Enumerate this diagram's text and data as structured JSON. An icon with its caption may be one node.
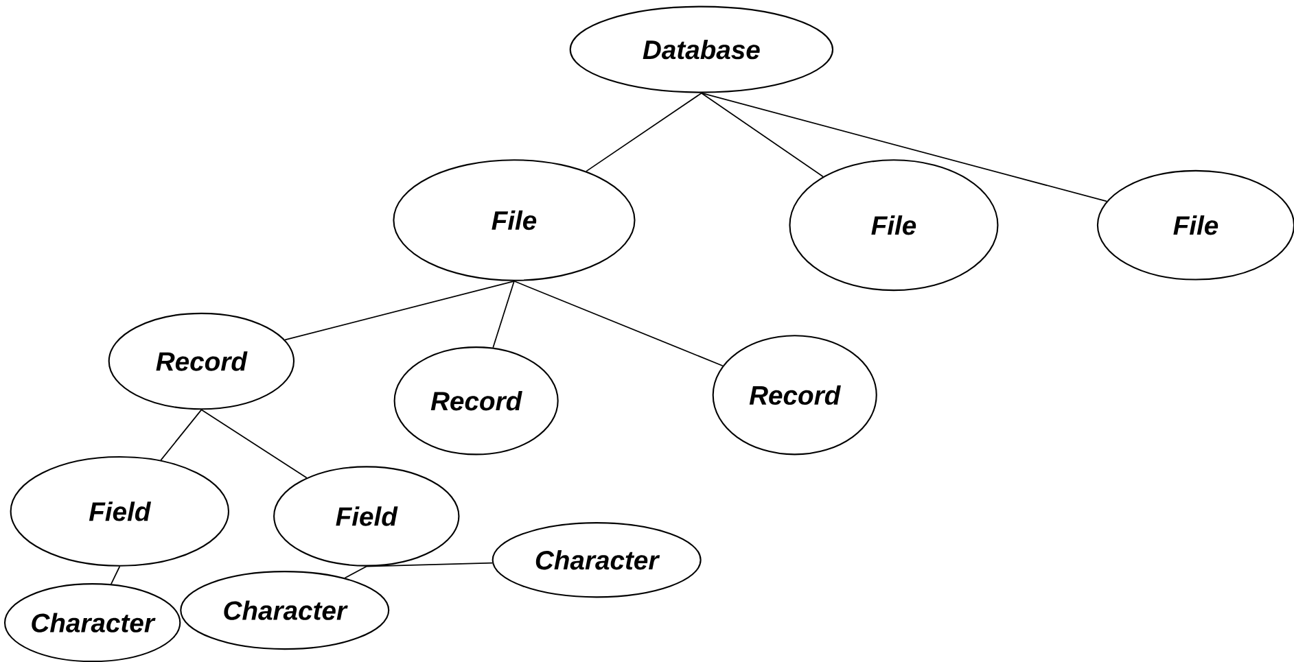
{
  "diagram": {
    "nodes": [
      {
        "text": [
          "Database"
        ]
      },
      {
        "text": [
          "File"
        ]
      },
      {
        "text": [
          "File"
        ]
      },
      {
        "text": [
          "File"
        ]
      },
      {
        "text": [
          "Record"
        ]
      },
      {
        "text": [
          "Record"
        ]
      },
      {
        "text": [
          "Record"
        ]
      },
      {
        "text": [
          "Field"
        ]
      },
      {
        "text": [
          "Field"
        ]
      },
      {
        "text": [
          "Character"
        ]
      },
      {
        "text": [
          "Character"
        ]
      },
      {
        "text": [
          "Character"
        ]
      }
    ],
    "edges": [
      {
        "from": 0,
        "to": 1,
        "arrow": "none"
      },
      {
        "from": 0,
        "to": 2,
        "arrow": "none"
      },
      {
        "from": 0,
        "to": 3,
        "arrow": "none"
      },
      {
        "from": 1,
        "to": 4,
        "arrow": "none"
      },
      {
        "from": 1,
        "to": 5,
        "arrow": "none"
      },
      {
        "from": 1,
        "to": 6,
        "arrow": "none"
      },
      {
        "from": 4,
        "to": 7,
        "arrow": "none"
      },
      {
        "from": 4,
        "to": 8,
        "arrow": "none"
      },
      {
        "from": 7,
        "to": 9,
        "arrow": "none"
      },
      {
        "from": 8,
        "to": 10,
        "arrow": "none"
      },
      {
        "from": 8,
        "to": 11,
        "arrow": "none"
      }
    ]
  }
}
